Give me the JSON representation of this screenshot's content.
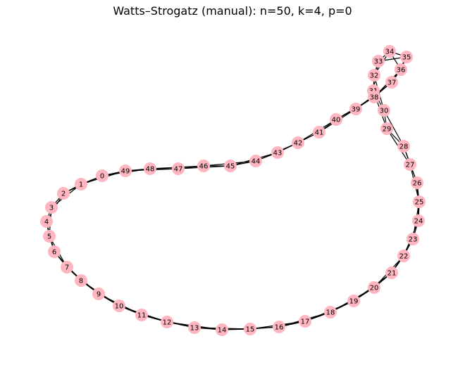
{
  "title": "Watts–Strogatz (manual): n=50, k=4, p=0",
  "graph": {
    "node_color": "#ffb6c1",
    "edge_color": "#000000",
    "label_color": "#000000",
    "nodes": [
      "0",
      "1",
      "2",
      "3",
      "4",
      "5",
      "6",
      "7",
      "8",
      "9",
      "10",
      "11",
      "12",
      "13",
      "14",
      "15",
      "16",
      "17",
      "18",
      "19",
      "20",
      "21",
      "22",
      "23",
      "24",
      "25",
      "26",
      "27",
      "28",
      "29",
      "30",
      "31",
      "32",
      "33",
      "34",
      "35",
      "36",
      "37",
      "38",
      "39",
      "40",
      "41",
      "42",
      "43",
      "44",
      "45",
      "46",
      "47",
      "48",
      "49"
    ],
    "edges": [
      [
        "0",
        "1"
      ],
      [
        "0",
        "2"
      ],
      [
        "1",
        "2"
      ],
      [
        "1",
        "3"
      ],
      [
        "2",
        "3"
      ],
      [
        "2",
        "4"
      ],
      [
        "3",
        "4"
      ],
      [
        "3",
        "5"
      ],
      [
        "4",
        "5"
      ],
      [
        "4",
        "6"
      ],
      [
        "5",
        "6"
      ],
      [
        "5",
        "7"
      ],
      [
        "6",
        "7"
      ],
      [
        "6",
        "8"
      ],
      [
        "7",
        "8"
      ],
      [
        "7",
        "9"
      ],
      [
        "8",
        "9"
      ],
      [
        "8",
        "10"
      ],
      [
        "9",
        "10"
      ],
      [
        "9",
        "11"
      ],
      [
        "10",
        "11"
      ],
      [
        "10",
        "12"
      ],
      [
        "11",
        "12"
      ],
      [
        "11",
        "13"
      ],
      [
        "12",
        "13"
      ],
      [
        "12",
        "14"
      ],
      [
        "13",
        "14"
      ],
      [
        "13",
        "15"
      ],
      [
        "14",
        "15"
      ],
      [
        "14",
        "16"
      ],
      [
        "15",
        "16"
      ],
      [
        "15",
        "17"
      ],
      [
        "16",
        "17"
      ],
      [
        "16",
        "18"
      ],
      [
        "17",
        "18"
      ],
      [
        "17",
        "19"
      ],
      [
        "18",
        "19"
      ],
      [
        "18",
        "20"
      ],
      [
        "19",
        "20"
      ],
      [
        "19",
        "21"
      ],
      [
        "20",
        "21"
      ],
      [
        "20",
        "22"
      ],
      [
        "21",
        "22"
      ],
      [
        "21",
        "23"
      ],
      [
        "22",
        "23"
      ],
      [
        "22",
        "24"
      ],
      [
        "23",
        "24"
      ],
      [
        "23",
        "25"
      ],
      [
        "24",
        "25"
      ],
      [
        "24",
        "26"
      ],
      [
        "25",
        "26"
      ],
      [
        "25",
        "27"
      ],
      [
        "26",
        "27"
      ],
      [
        "26",
        "28"
      ],
      [
        "27",
        "28"
      ],
      [
        "27",
        "29"
      ],
      [
        "28",
        "29"
      ],
      [
        "28",
        "30"
      ],
      [
        "29",
        "30"
      ],
      [
        "29",
        "31"
      ],
      [
        "30",
        "31"
      ],
      [
        "30",
        "32"
      ],
      [
        "31",
        "32"
      ],
      [
        "31",
        "33"
      ],
      [
        "32",
        "33"
      ],
      [
        "32",
        "34"
      ],
      [
        "33",
        "34"
      ],
      [
        "33",
        "35"
      ],
      [
        "34",
        "35"
      ],
      [
        "34",
        "36"
      ],
      [
        "35",
        "36"
      ],
      [
        "35",
        "37"
      ],
      [
        "36",
        "37"
      ],
      [
        "36",
        "38"
      ],
      [
        "37",
        "38"
      ],
      [
        "37",
        "39"
      ],
      [
        "38",
        "39"
      ],
      [
        "38",
        "40"
      ],
      [
        "39",
        "40"
      ],
      [
        "39",
        "41"
      ],
      [
        "40",
        "41"
      ],
      [
        "40",
        "42"
      ],
      [
        "41",
        "42"
      ],
      [
        "41",
        "43"
      ],
      [
        "42",
        "43"
      ],
      [
        "42",
        "44"
      ],
      [
        "43",
        "44"
      ],
      [
        "43",
        "45"
      ],
      [
        "44",
        "45"
      ],
      [
        "44",
        "46"
      ],
      [
        "45",
        "46"
      ],
      [
        "45",
        "47"
      ],
      [
        "46",
        "47"
      ],
      [
        "46",
        "48"
      ],
      [
        "47",
        "48"
      ],
      [
        "47",
        "49"
      ],
      [
        "48",
        "49"
      ],
      [
        "48",
        "0"
      ],
      [
        "49",
        "0"
      ],
      [
        "49",
        "1"
      ]
    ]
  }
}
